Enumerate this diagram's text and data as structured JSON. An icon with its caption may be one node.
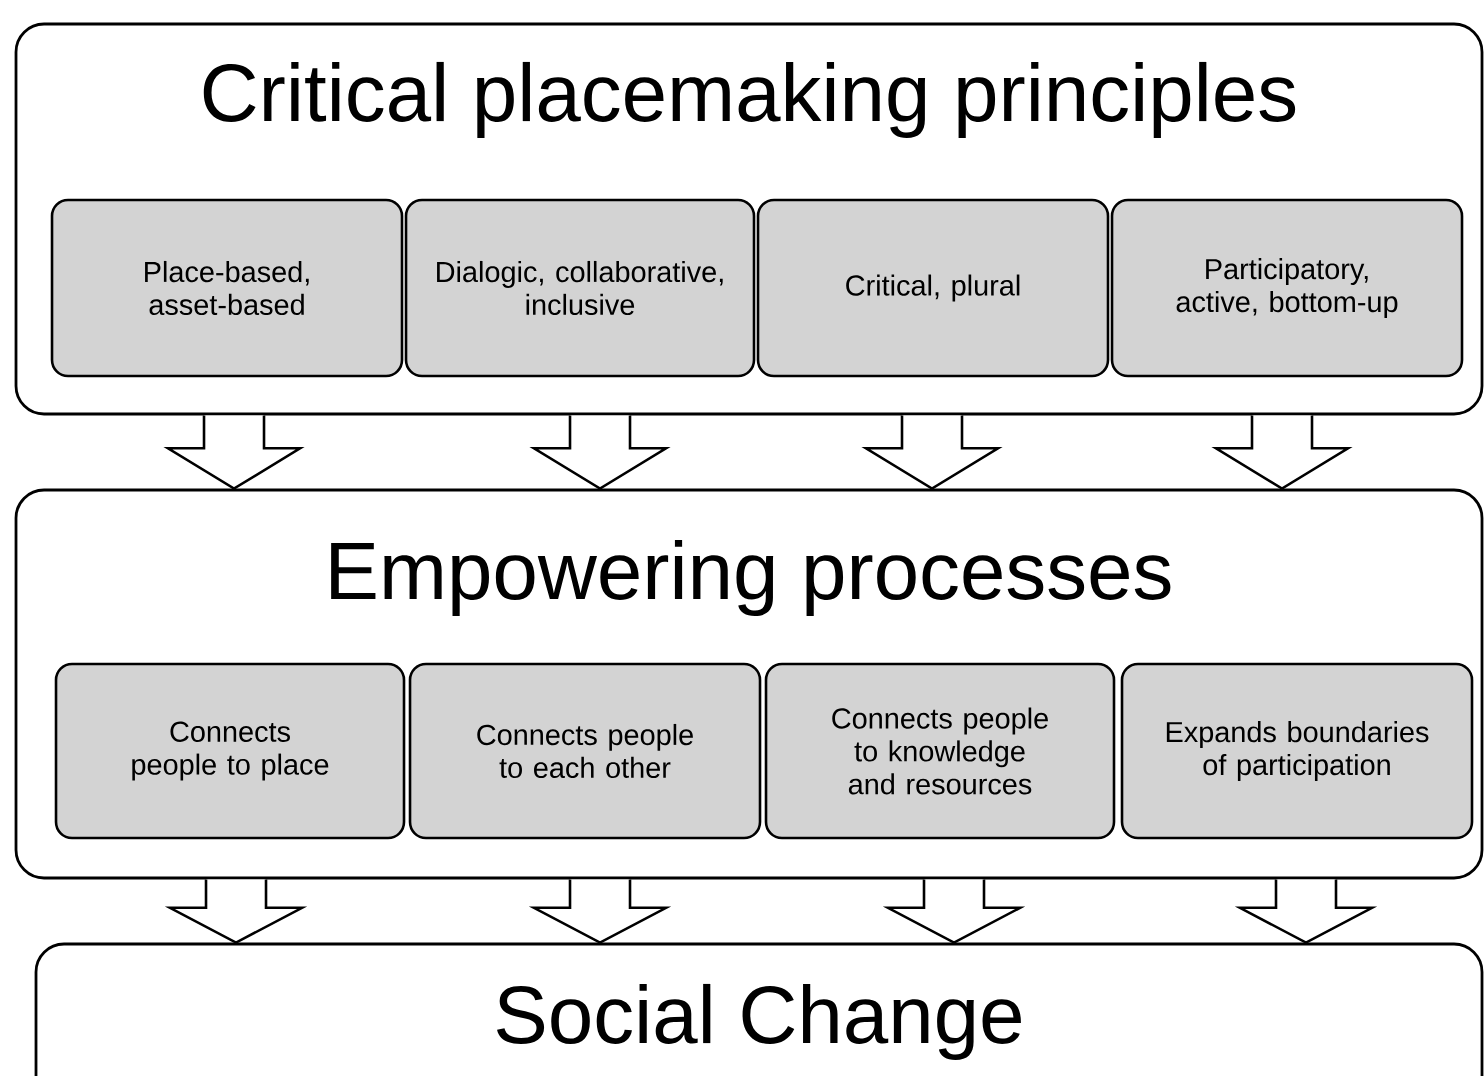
{
  "diagram": {
    "nodes": [
      {
        "text": [
          "Critical placemaking principles"
        ]
      },
      {
        "text": [
          "Place-based, asset-based"
        ],
        "in": 0
      },
      {
        "text": [
          "Dialogic, collaborative, inclusive"
        ],
        "in": 0
      },
      {
        "text": [
          "Critical, plural"
        ],
        "in": 0
      },
      {
        "text": [
          "Participatory, active, bottom-up"
        ],
        "in": 0
      },
      {
        "text": [
          "Empowering processes"
        ]
      },
      {
        "text": [
          "Connects people to place"
        ],
        "in": 5
      },
      {
        "text": [
          "Connects people to each other"
        ],
        "in": 5
      },
      {
        "text": [
          "Connects people to knowledge and resources"
        ],
        "in": 5
      },
      {
        "text": [
          "Expands boundaries of participation"
        ],
        "in": 5
      },
      {
        "text": [
          "Social Change"
        ]
      }
    ],
    "edges": [
      {
        "from": 0,
        "to": 5,
        "arrow": "to"
      },
      {
        "from": 0,
        "to": 5,
        "arrow": "to"
      },
      {
        "from": 0,
        "to": 5,
        "arrow": "to"
      },
      {
        "from": 0,
        "to": 5,
        "arrow": "to"
      },
      {
        "from": 5,
        "to": 10,
        "arrow": "to"
      },
      {
        "from": 5,
        "to": 10,
        "arrow": "to"
      },
      {
        "from": 5,
        "to": 10,
        "arrow": "to"
      },
      {
        "from": 5,
        "to": 10,
        "arrow": "to"
      }
    ]
  }
}
